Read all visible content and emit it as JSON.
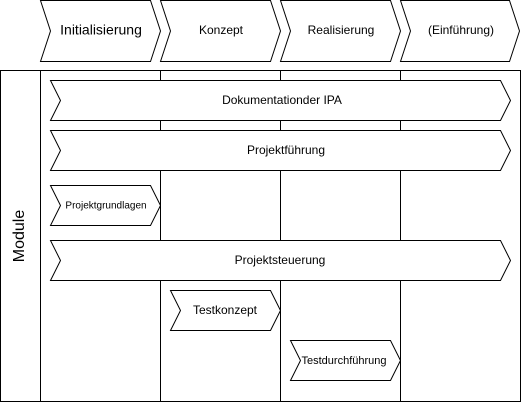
{
  "phases": [
    {
      "label": "Initialisierung"
    },
    {
      "label": "Konzept"
    },
    {
      "label": "Realisierung"
    },
    {
      "label": "(Einführung)"
    }
  ],
  "lane_label": "Module",
  "modules": [
    {
      "label": "Dokumentationder IPA"
    },
    {
      "label": "Projektführung"
    },
    {
      "label": "Projektgrundlagen"
    },
    {
      "label": "Projektsteuerung"
    },
    {
      "label": "Testkonzept"
    },
    {
      "label": "Testdurchführung"
    }
  ],
  "colors": {
    "stroke": "#000000",
    "fill": "#ffffff",
    "text": "#000000"
  }
}
